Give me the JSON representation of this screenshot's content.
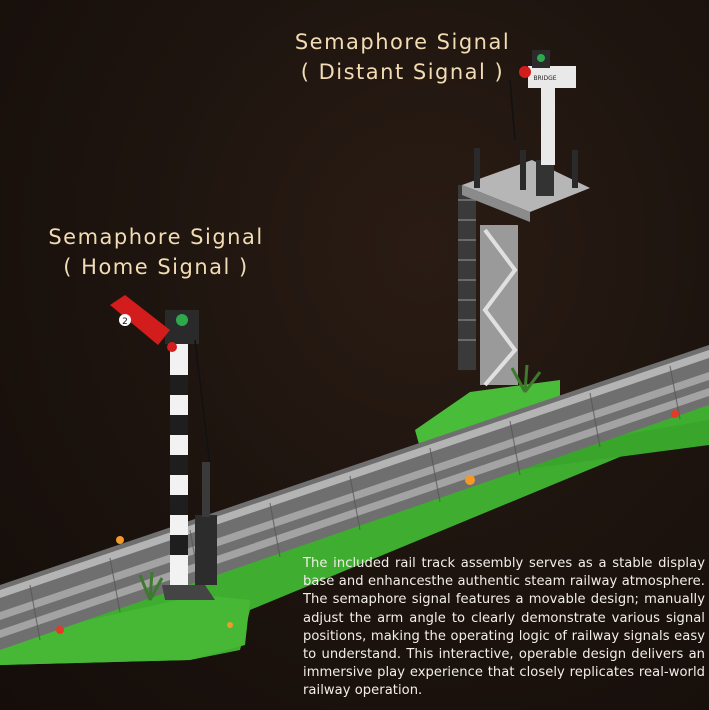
{
  "distant_signal": {
    "title": "Semaphore Signal",
    "subtitle": "( Distant Signal )",
    "arm_plate_text": "BRIDGE"
  },
  "home_signal": {
    "title": "Semaphore Signal",
    "subtitle": "( Home Signal )",
    "arm_plate_text": "2"
  },
  "description": "The included rail track assembly serves as a stable display base and enhancesthe authentic steam railway atmosphere. The semaphore signal features a movable design; manually adjust the arm angle to clearly demonstrate various signal positions, making the operating logic of railway signals easy to understand. This interactive, operable design delivers an immersive play experience that closely replicates real-world railway operation.",
  "colors": {
    "background": "#1c130e",
    "label_text": "#f2dcb4",
    "grass": "#4cc23a",
    "rail": "#9a9a9a",
    "signal_red": "#d31c1c",
    "signal_green": "#2ea84a"
  }
}
